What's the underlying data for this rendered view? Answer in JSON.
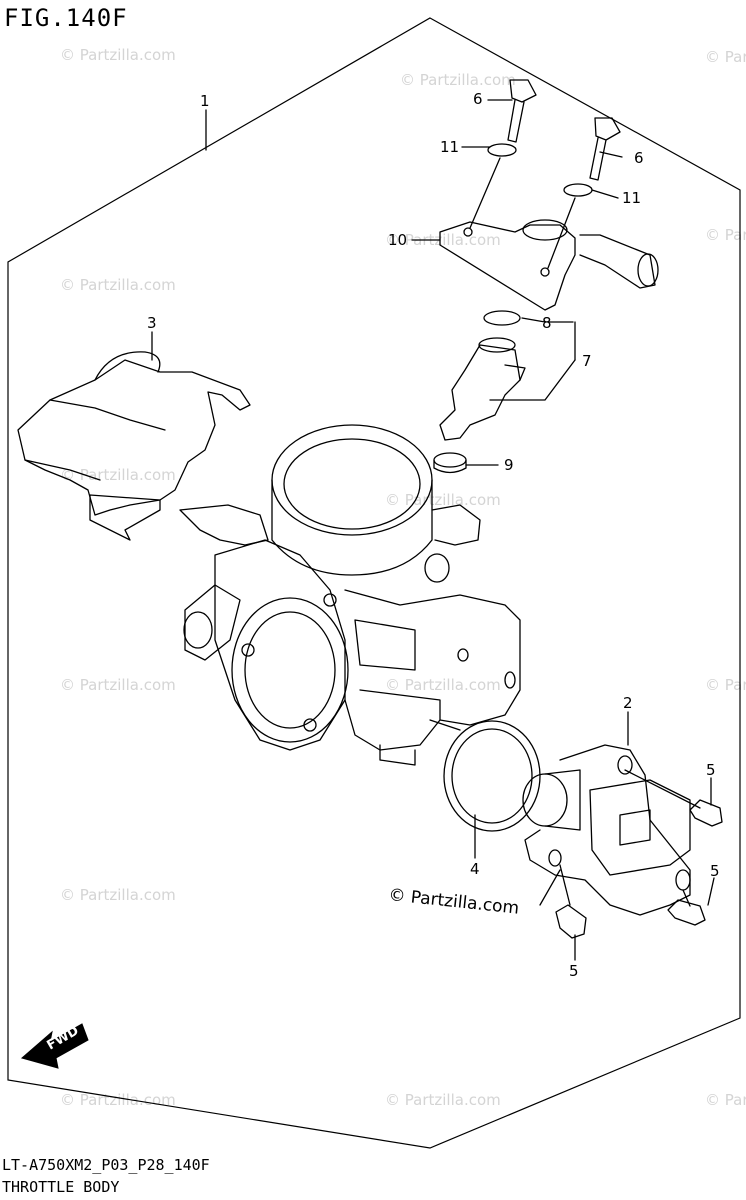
{
  "figure": {
    "title": "FIG.140F",
    "model_code": "LT-A750XM2_P03_P28_140F",
    "section_name": "THROTTLE BODY"
  },
  "copyright": "© Partzilla.com",
  "watermark": "© Partzilla.com",
  "fwd_label": "FWD",
  "callouts": [
    {
      "id": "1",
      "label": "1"
    },
    {
      "id": "2",
      "label": "2"
    },
    {
      "id": "3",
      "label": "3"
    },
    {
      "id": "4",
      "label": "4"
    },
    {
      "id": "5a",
      "label": "5"
    },
    {
      "id": "5b",
      "label": "5"
    },
    {
      "id": "5c",
      "label": "5"
    },
    {
      "id": "6a",
      "label": "6"
    },
    {
      "id": "6b",
      "label": "6"
    },
    {
      "id": "7",
      "label": "7"
    },
    {
      "id": "8",
      "label": "8"
    },
    {
      "id": "9",
      "label": "9"
    },
    {
      "id": "10",
      "label": "10"
    },
    {
      "id": "11a",
      "label": "11"
    },
    {
      "id": "11b",
      "label": "11"
    }
  ],
  "colors": {
    "line": "#000000",
    "watermark": "#d4d4d4",
    "background": "#ffffff"
  }
}
